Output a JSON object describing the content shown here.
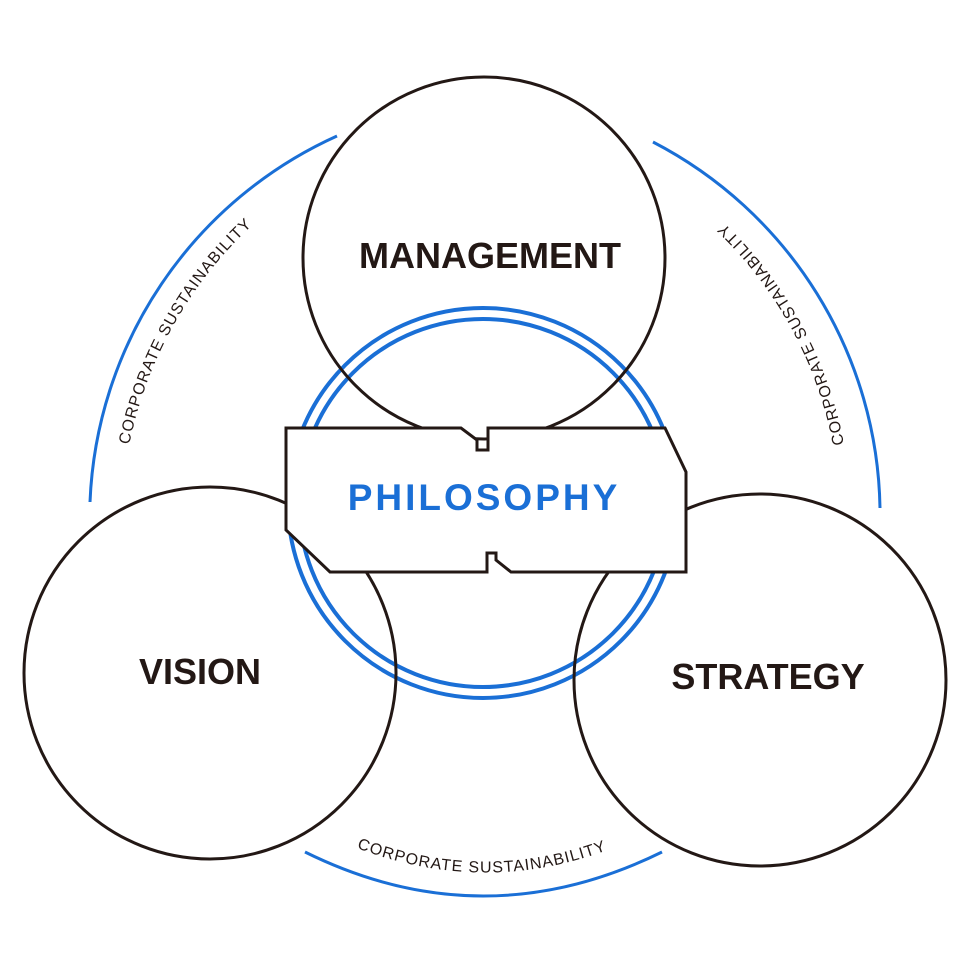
{
  "diagram": {
    "center_label": "PHILOSOPHY",
    "circles": {
      "management": "MANAGEMENT",
      "vision": "VISION",
      "strategy": "STRATEGY"
    },
    "arcs": {
      "left": "CORPORATE SUSTAINABILITY",
      "right": "CORPORATE SUSTAINABILITY",
      "bottom": "CORPORATE SUSTAINABILITY"
    },
    "colors": {
      "accent_blue": "#1a6fd6",
      "outline": "#231815",
      "background": "#ffffff"
    }
  }
}
